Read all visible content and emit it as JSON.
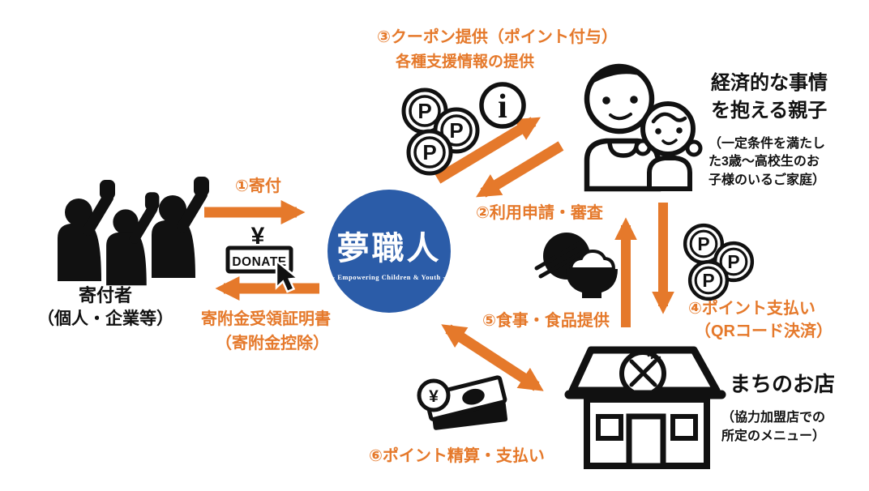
{
  "colors": {
    "orange": "#E5792B",
    "blue": "#2B5CA8",
    "black": "#111111"
  },
  "logo": {
    "name": "夢職人",
    "tagline": "- Empowering Children & Youth -"
  },
  "donors": {
    "label": "寄付者",
    "sub": "（個人・企業等）"
  },
  "family": {
    "title": "経済的な事情\nを抱える親子",
    "note": "（一定条件を満たし\nた3歳〜高校生のお\n子様のいるご家庭）"
  },
  "shop": {
    "title": "まちのお店",
    "note": "（協力加盟店での\n所定のメニュー）"
  },
  "flows": {
    "step1": "①寄付",
    "step2": "②利用申請・審査",
    "step3_line1": "③クーポン提供（ポイント付与）",
    "step3_line2": "各種支援情報の提供",
    "step4_line1": "④ポイント支払い",
    "step4_line2": "（QRコード決済）",
    "step5": "⑤食事・食品提供",
    "step6": "⑥ポイント精算・支払い",
    "receipt_line1": "寄附金受領証明書",
    "receipt_line2": "（寄附金控除）"
  },
  "donate_icon": {
    "label": "DONATE",
    "currency": "¥"
  },
  "icons": {
    "point": "P",
    "info": "i",
    "coin_yen": "¥"
  }
}
